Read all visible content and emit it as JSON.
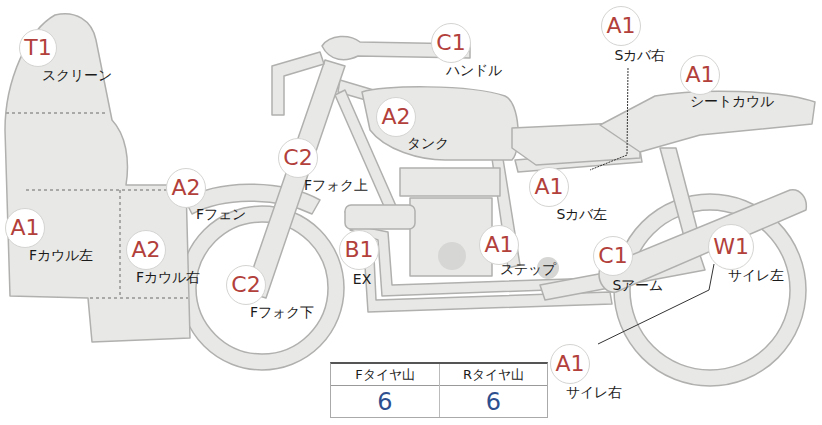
{
  "diagram": {
    "nodes": [
      {
        "text": [
          "T1",
          "スクリーン"
        ]
      },
      {
        "text": [
          "C1",
          "ハンドル"
        ]
      },
      {
        "text": [
          "A1",
          "Sカバ右"
        ]
      },
      {
        "text": [
          "A1",
          "シートカウル"
        ]
      },
      {
        "text": [
          "A2",
          "タンク"
        ]
      },
      {
        "text": [
          "C2",
          "Fフォク上"
        ]
      },
      {
        "text": [
          "A2",
          "Fフェン"
        ]
      },
      {
        "text": [
          "A1",
          "Sカバ左"
        ]
      },
      {
        "text": [
          "A1",
          "Fカウル左"
        ]
      },
      {
        "text": [
          "A2",
          "Fカウル右"
        ]
      },
      {
        "text": [
          "B1",
          "EX"
        ]
      },
      {
        "text": [
          "A1",
          "ステップ"
        ]
      },
      {
        "text": [
          "C1",
          "Sアーム"
        ]
      },
      {
        "text": [
          "W1",
          "サイレ左"
        ]
      },
      {
        "text": [
          "C2",
          "Fフォク下"
        ]
      },
      {
        "text": [
          "A1",
          "サイレ右"
        ]
      }
    ],
    "labels": [
      "Fタイヤ山",
      "Rタイヤ山",
      "6",
      "6"
    ]
  }
}
